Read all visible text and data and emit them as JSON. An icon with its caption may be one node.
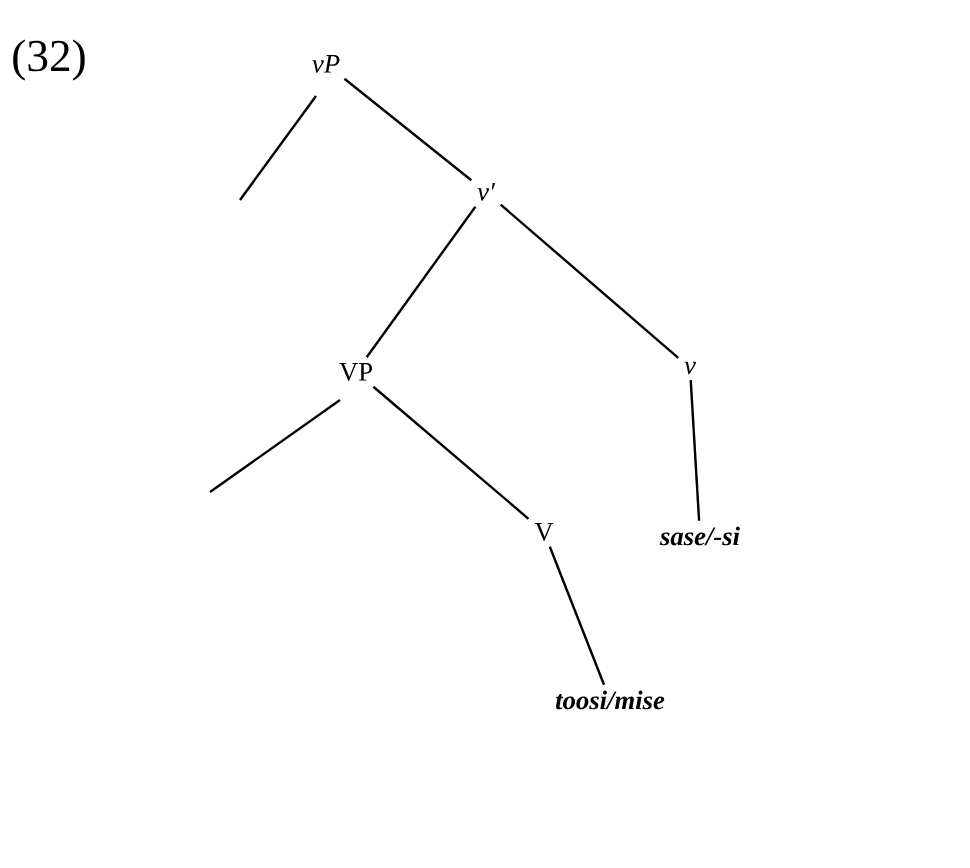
{
  "diagram": {
    "nodes": [
      {
        "text": [
          "vP"
        ]
      },
      {
        "text": [
          "v′"
        ]
      },
      {
        "text": [
          "VP"
        ]
      },
      {
        "text": [
          "v"
        ]
      },
      {
        "text": [
          "V"
        ]
      },
      {
        "text": [
          "sase/-si"
        ]
      },
      {
        "text": [
          "toosi/mise"
        ]
      }
    ],
    "edges": [
      {
        "from": 0,
        "to": null,
        "arrow": "none"
      },
      {
        "from": 0,
        "to": 1,
        "arrow": "none"
      },
      {
        "from": 1,
        "to": 2,
        "arrow": "none"
      },
      {
        "from": 1,
        "to": 3,
        "arrow": "none"
      },
      {
        "from": 2,
        "to": null,
        "arrow": "none"
      },
      {
        "from": 2,
        "to": 4,
        "arrow": "none"
      },
      {
        "from": 3,
        "to": 5,
        "arrow": "none"
      },
      {
        "from": 4,
        "to": 6,
        "arrow": "none"
      }
    ],
    "labels": [
      "(32)"
    ]
  }
}
